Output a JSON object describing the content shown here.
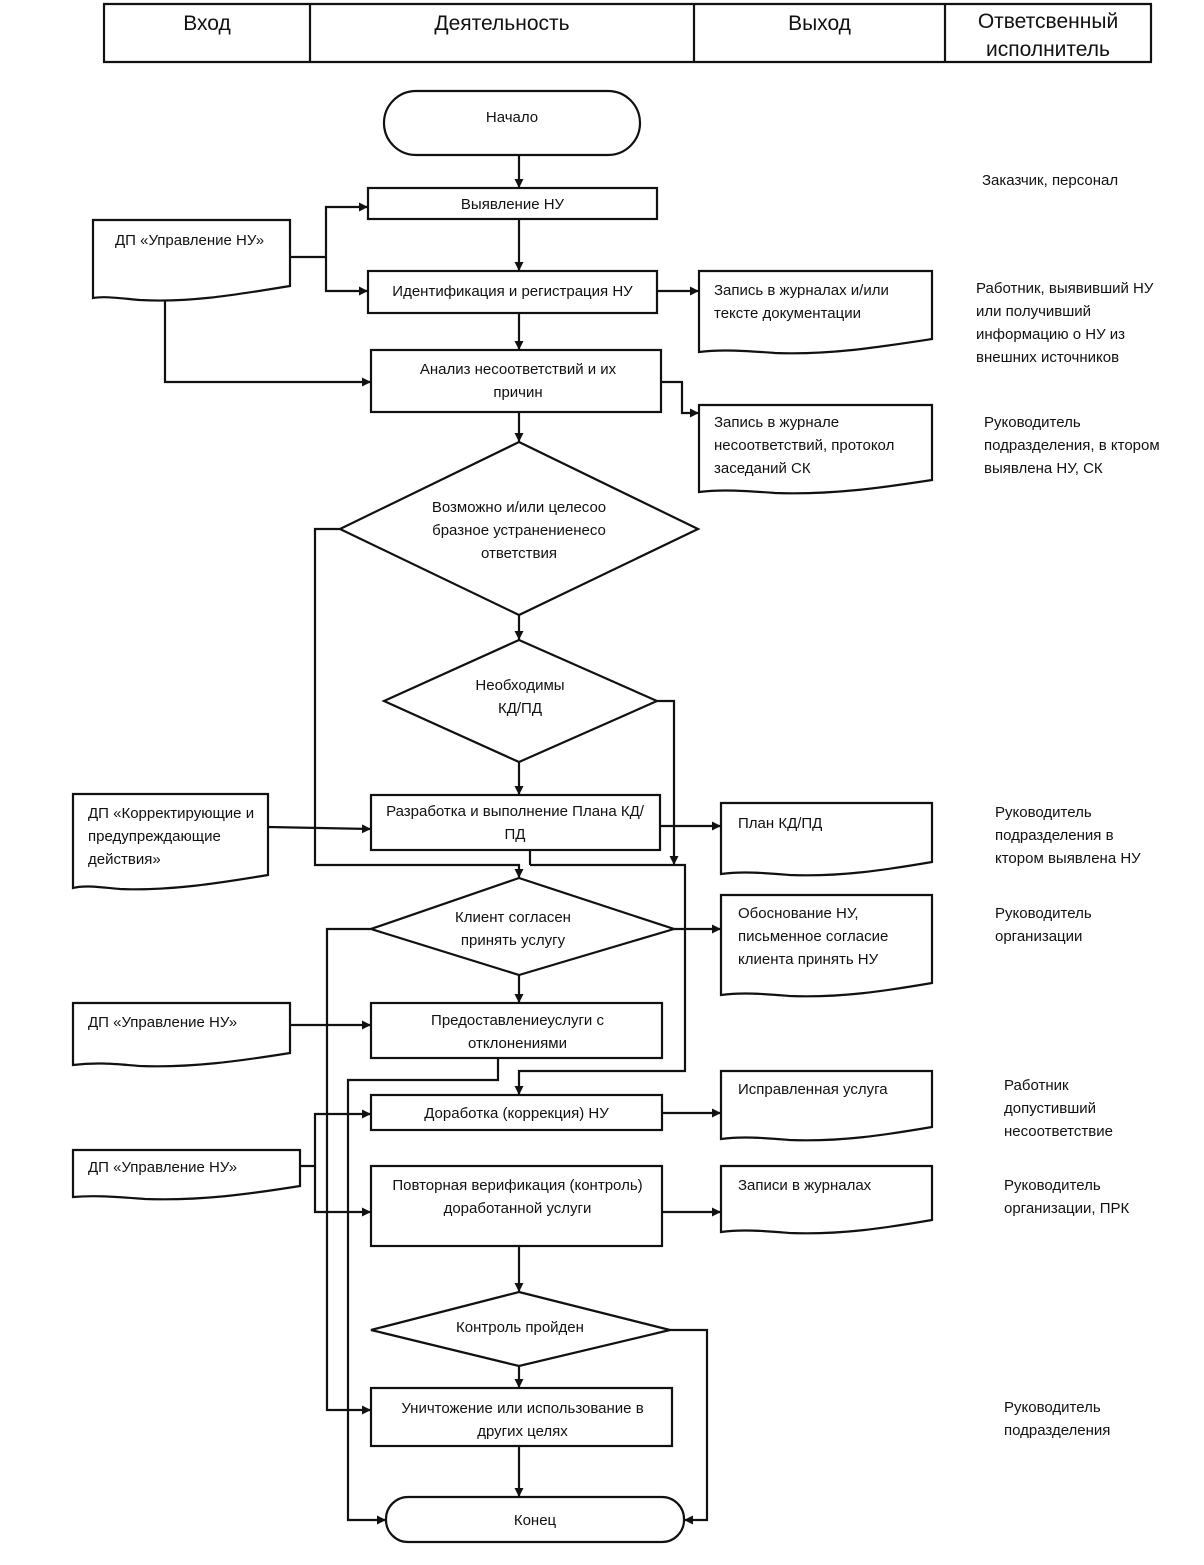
{
  "header": {
    "col_input": "Вход",
    "col_activity": "Деятельность",
    "col_output": "Выход",
    "col_responsible": "Ответсвенный исполнитель"
  },
  "flow": {
    "start": "Начало",
    "identify": "Выявление НУ",
    "register": "Идентификация и регистрация НУ",
    "analysis": "Анализ несоответствий  и их причин",
    "decision_possible": "Возможно и/или целесообразное устранениенесоответствия",
    "decision_kdpd": "Необходимы КД/ПД",
    "plan": "Разработка и выполнение Плана КД/ПД",
    "decision_client": "Клиент согласен принять услугу",
    "deviation": "Предоставлениеуслуги с отклонениями",
    "correction": "Доработка (коррекция) НУ",
    "reverify": "Повторная верификация (контроль) доработанной услуги",
    "decision_control": "Контроль пройден",
    "destroy": "Уничтожение или использование в других целях",
    "end": "Конец"
  },
  "inputs": {
    "dp_nu_1": "ДП «Управление НУ»",
    "dp_corrective": "ДП «Корректирующие и предупреждающие действия»",
    "dp_nu_2": "ДП «Управление НУ»",
    "dp_nu_3": "ДП «Управление НУ»"
  },
  "outputs": {
    "journal_record": "Запись в журналах и/или тексте документации",
    "nonconformity_record": "Запись в журнале несоответствий, протокол заседаний СК",
    "plan_kdpd": "План КД/ПД",
    "justification": "Обоснование НУ, письменное согласие клиента принять НУ",
    "corrected_service": "Исправленная услуга",
    "journal_entries": "Записи в журналах"
  },
  "responsible": {
    "r1": "Заказчик, персонал",
    "r2": "Работник, выявивший НУ или получивший информацию о НУ из внешних источников",
    "r3": "Руководитель подразделения, в ктором выявлена НУ, СК",
    "r4": "Руководитель подразделения в ктором выявлена НУ",
    "r5": "Руководитель организации",
    "r6": "Работник допустивший несоответствие",
    "r7": "Руководитель организации, ПРК",
    "r8": "Руководитель подразделения"
  }
}
